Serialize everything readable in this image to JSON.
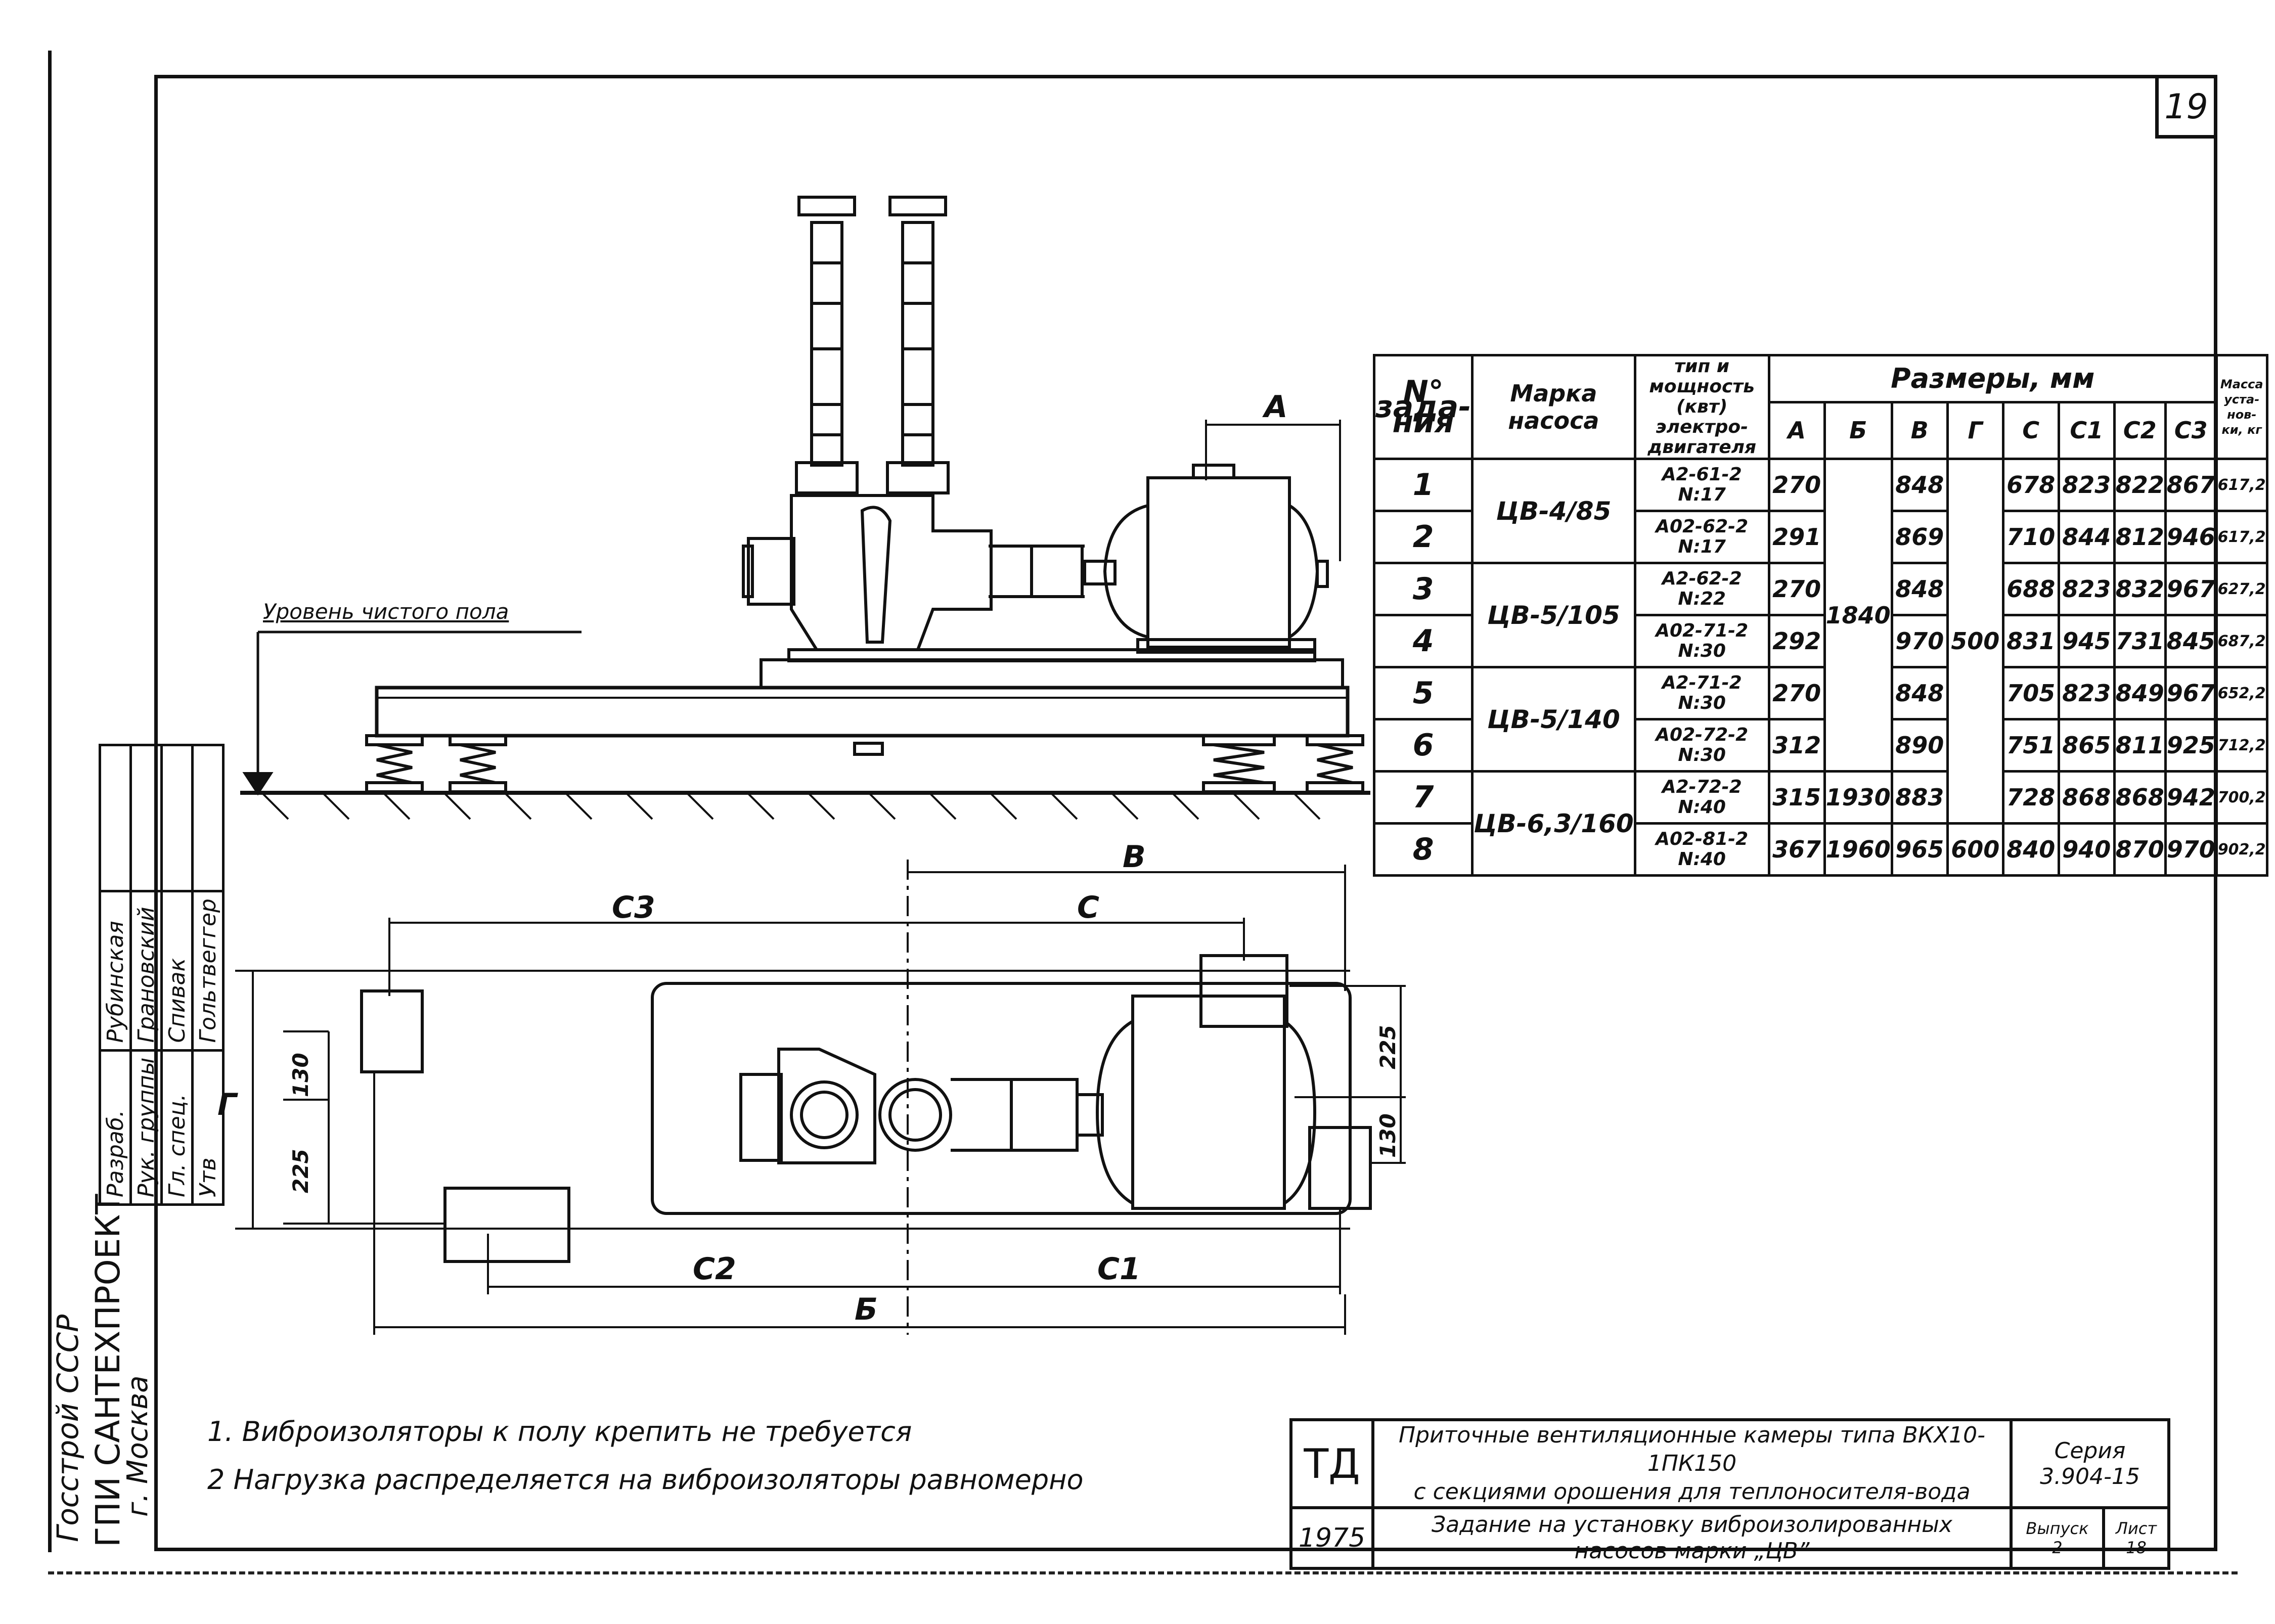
{
  "sheet_number": "19",
  "floor_label": "Уровень чистого пола",
  "dimension_labels": {
    "A": "A",
    "B": "B",
    "C": "C",
    "C1": "C1",
    "C2": "C2",
    "C3": "C3",
    "G": "Г",
    "Bshort": "Б",
    "d225_left": "225",
    "d130_left": "130",
    "d225_right": "225",
    "d130_right": "130"
  },
  "table": {
    "header": {
      "no": "N° зада-ния",
      "brand": "Марка насоса",
      "motor": "тип и мощность (квт) электро-двигателя",
      "sizes": "Размеры, мм",
      "mass": "Масса уста-нов-ки, кг",
      "cols": [
        "A",
        "Б",
        "B",
        "Г",
        "C",
        "C1",
        "C2",
        "C3"
      ]
    },
    "brands": [
      "ЦВ-4/85",
      "ЦВ-5/105",
      "ЦВ-5/140",
      "ЦВ-6,3/160"
    ],
    "shared": {
      "B_1to6": "1840",
      "G_1to7": "500"
    },
    "rows": [
      {
        "n": "1",
        "motor1": "A2-61-2",
        "motor2": "N:17",
        "A": "270",
        "B": "848",
        "C": "678",
        "C1": "823",
        "C2": "822",
        "C3": "867",
        "mass": "617,2"
      },
      {
        "n": "2",
        "motor1": "A02-62-2",
        "motor2": "N:17",
        "A": "291",
        "B": "869",
        "C": "710",
        "C1": "844",
        "C2": "812",
        "C3": "946",
        "mass": "617,2"
      },
      {
        "n": "3",
        "motor1": "A2-62-2",
        "motor2": "N:22",
        "A": "270",
        "B": "848",
        "C": "688",
        "C1": "823",
        "C2": "832",
        "C3": "967",
        "mass": "627,2"
      },
      {
        "n": "4",
        "motor1": "A02-71-2",
        "motor2": "N:30",
        "A": "292",
        "B": "970",
        "C": "831",
        "C1": "945",
        "C2": "731",
        "C3": "845",
        "mass": "687,2"
      },
      {
        "n": "5",
        "motor1": "A2-71-2",
        "motor2": "N:30",
        "A": "270",
        "B": "848",
        "C": "705",
        "C1": "823",
        "C2": "849",
        "C3": "967",
        "mass": "652,2"
      },
      {
        "n": "6",
        "motor1": "A02-72-2",
        "motor2": "N:30",
        "A": "312",
        "B": "890",
        "C": "751",
        "C1": "865",
        "C2": "811",
        "C3": "925",
        "mass": "712,2"
      },
      {
        "n": "7",
        "motor1": "A2-72-2",
        "motor2": "N:40",
        "A": "315",
        "Bs": "1930",
        "B": "883",
        "C": "728",
        "C1": "868",
        "C2": "868",
        "C3": "942",
        "mass": "700,2"
      },
      {
        "n": "8",
        "motor1": "A02-81-2",
        "motor2": "N:40",
        "A": "367",
        "Bs": "1960",
        "B": "965",
        "G": "600",
        "C": "840",
        "C1": "940",
        "C2": "870",
        "C3": "970",
        "mass": "902,2"
      }
    ]
  },
  "notes": [
    "1. Виброизоляторы к полу крепить не требуется",
    "2 Нагрузка распределяется на виброизоляторы равномерно"
  ],
  "stamp": {
    "td": "ТД",
    "year": "1975",
    "title1": "Приточные вентиляционные камеры типа ВКХ10-1ПК150",
    "title2": "с секциями орошения для теплоносителя-вода",
    "subtitle1": "Задание на установку виброизолированных",
    "subtitle2": "насосов марки „ЦВ”",
    "series_label": "Серия",
    "series_value": "3.904-15",
    "issue_label": "Выпуск",
    "issue_value": "2",
    "sheet_label": "Лист",
    "sheet_value": "18"
  },
  "side_block": {
    "org1": "Госстрой СССР",
    "org2": "ГПИ САНТЕХПРОЕКТ",
    "org3": "г. Москва",
    "roles": [
      "Разраб.",
      "Рук. группы",
      "Гл. спец.",
      "Утв"
    ],
    "names": [
      "Рубинская",
      "Грановский",
      "Спивак",
      "Гольтвеггер"
    ]
  }
}
